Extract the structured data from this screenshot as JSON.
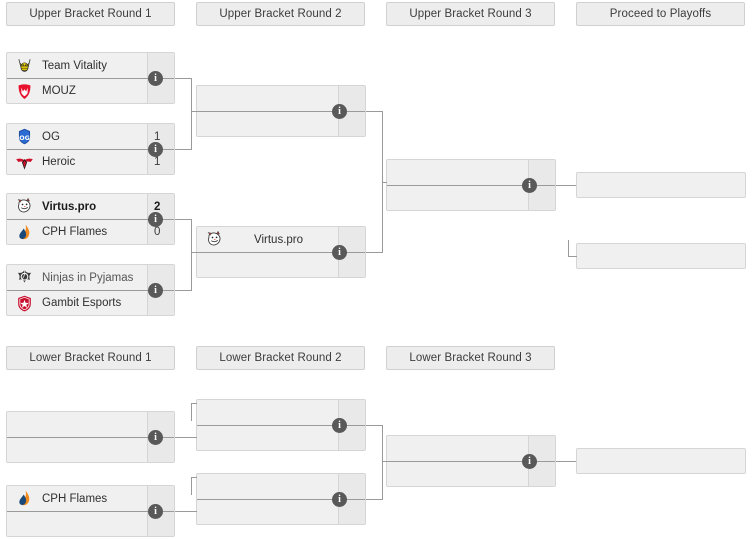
{
  "headers": {
    "ub1": "Upper Bracket Round 1",
    "ub2": "Upper Bracket Round 2",
    "ub3": "Upper Bracket Round 3",
    "playoffs": "Proceed to Playoffs",
    "lb1": "Lower Bracket Round 1",
    "lb2": "Lower Bracket Round 2",
    "lb3": "Lower Bracket Round 3"
  },
  "info_glyph": "i",
  "colors": {
    "box_fill": "#f0f0f0",
    "box_border": "#d5d5d5",
    "header_fill": "#ededed",
    "line": "#9a9a9a",
    "info_badge": "#595959",
    "text": "#2f2f2f"
  },
  "upper_bracket": {
    "round1": [
      {
        "id": "ub1-m1",
        "teams": [
          {
            "name": "Team Vitality",
            "logo": "team-vitality-logo",
            "score": "",
            "winner": false
          },
          {
            "name": "MOUZ",
            "logo": "mouz-logo",
            "score": "",
            "winner": false
          }
        ]
      },
      {
        "id": "ub1-m2",
        "teams": [
          {
            "name": "OG",
            "logo": "og-logo",
            "score": "1",
            "winner": false
          },
          {
            "name": "Heroic",
            "logo": "heroic-logo",
            "score": "1",
            "winner": false
          }
        ]
      },
      {
        "id": "ub1-m3",
        "teams": [
          {
            "name": "Virtus.pro",
            "logo": "virtuspro-logo",
            "score": "2",
            "winner": true
          },
          {
            "name": "CPH Flames",
            "logo": "cphflames-logo",
            "score": "0",
            "winner": false
          }
        ]
      },
      {
        "id": "ub1-m4",
        "teams": [
          {
            "name": "Ninjas in Pyjamas",
            "logo": "nip-logo",
            "score": "",
            "winner": false
          },
          {
            "name": "Gambit Esports",
            "logo": "gambit-logo",
            "score": "",
            "winner": false
          }
        ]
      }
    ],
    "round2": [
      {
        "id": "ub2-m1",
        "teams": [
          {
            "name": "",
            "logo": "",
            "score": "",
            "winner": false
          },
          {
            "name": "",
            "logo": "",
            "score": "",
            "winner": false
          }
        ]
      },
      {
        "id": "ub2-m2",
        "teams": [
          {
            "name": "Virtus.pro",
            "logo": "virtuspro-logo",
            "score": "",
            "winner": false
          },
          {
            "name": "",
            "logo": "",
            "score": "",
            "winner": false
          }
        ]
      }
    ],
    "round3": [
      {
        "id": "ub3-m1",
        "teams": [
          {
            "name": "",
            "logo": "",
            "score": "",
            "winner": false
          },
          {
            "name": "",
            "logo": "",
            "score": "",
            "winner": false
          }
        ]
      }
    ],
    "playoffs": [
      {
        "id": "po-slot1",
        "label": ""
      },
      {
        "id": "po-slot2",
        "label": ""
      }
    ]
  },
  "lower_bracket": {
    "round1": [
      {
        "id": "lb1-m1",
        "teams": [
          {
            "name": "",
            "logo": "",
            "score": "",
            "winner": false
          },
          {
            "name": "",
            "logo": "",
            "score": "",
            "winner": false
          }
        ]
      },
      {
        "id": "lb1-m2",
        "teams": [
          {
            "name": "CPH Flames",
            "logo": "cphflames-logo",
            "score": "",
            "winner": false
          },
          {
            "name": "",
            "logo": "",
            "score": "",
            "winner": false
          }
        ]
      }
    ],
    "round2": [
      {
        "id": "lb2-m1",
        "teams": [
          {
            "name": "",
            "logo": "",
            "score": "",
            "winner": false
          },
          {
            "name": "",
            "logo": "",
            "score": "",
            "winner": false
          }
        ]
      },
      {
        "id": "lb2-m2",
        "teams": [
          {
            "name": "",
            "logo": "",
            "score": "",
            "winner": false
          },
          {
            "name": "",
            "logo": "",
            "score": "",
            "winner": false
          }
        ]
      }
    ],
    "round3": [
      {
        "id": "lb3-m1",
        "teams": [
          {
            "name": "",
            "logo": "",
            "score": "",
            "winner": false
          },
          {
            "name": "",
            "logo": "",
            "score": "",
            "winner": false
          }
        ]
      }
    ],
    "advance": [
      {
        "id": "lb-advance-slot",
        "label": ""
      }
    ]
  }
}
